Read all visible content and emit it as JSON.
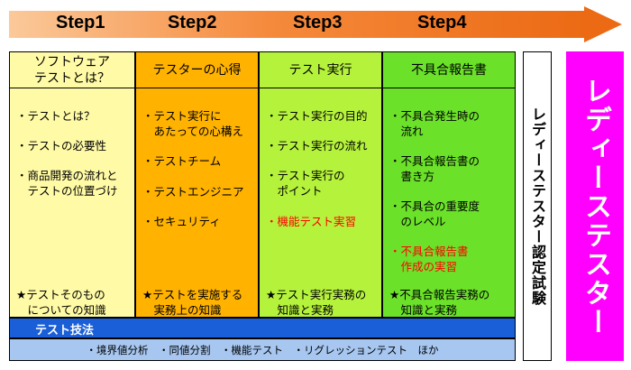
{
  "steps": [
    "Step1",
    "Step2",
    "Step3",
    "Step4"
  ],
  "columns": [
    {
      "header": "ソフトウェア\nテストとは？",
      "items": [
        "・テストとは？",
        "・テストの必要性",
        "・商品開発の流れと\n　テストの位置づけ"
      ],
      "bottom": "★テストそのもの\n　についての知識",
      "color": "#fffaa5"
    },
    {
      "header": "テスターの心得",
      "items": [
        "・テスト実行に\n　あたっての心構え",
        "・テストチーム",
        "・テストエンジニア",
        "・セキュリティ"
      ],
      "bottom": "★テストを実施する\n　実務上の知識",
      "color": "#ffb200"
    },
    {
      "header": "テスト実行",
      "items": [
        "・テスト実行の目的",
        "・テスト実行の流れ",
        "・テスト実行の\n　ポイント",
        "・機能テスト実習"
      ],
      "bottom": "★テスト実行実務の\n　知識と実務",
      "color": "#b5f23c"
    },
    {
      "header": "不具合報告書",
      "items": [
        "・不具合発生時の\n　流れ",
        "・不具合報告書の\n　書き方",
        "・不具合の重要度\n　のレベル",
        "・不具合報告書\n　作成の実習"
      ],
      "bottom": "★不具合報告実務の\n　知識と実務",
      "color": "#6be12a"
    }
  ],
  "highlight_color": "#ff0000",
  "techniques": {
    "label": "テスト技法",
    "items": "・境界値分析　・同値分割　・機能テスト　・リグレッションテスト　ほか"
  },
  "certification": "レディーステスター認定試験",
  "ready_tester": "レディーステスター"
}
